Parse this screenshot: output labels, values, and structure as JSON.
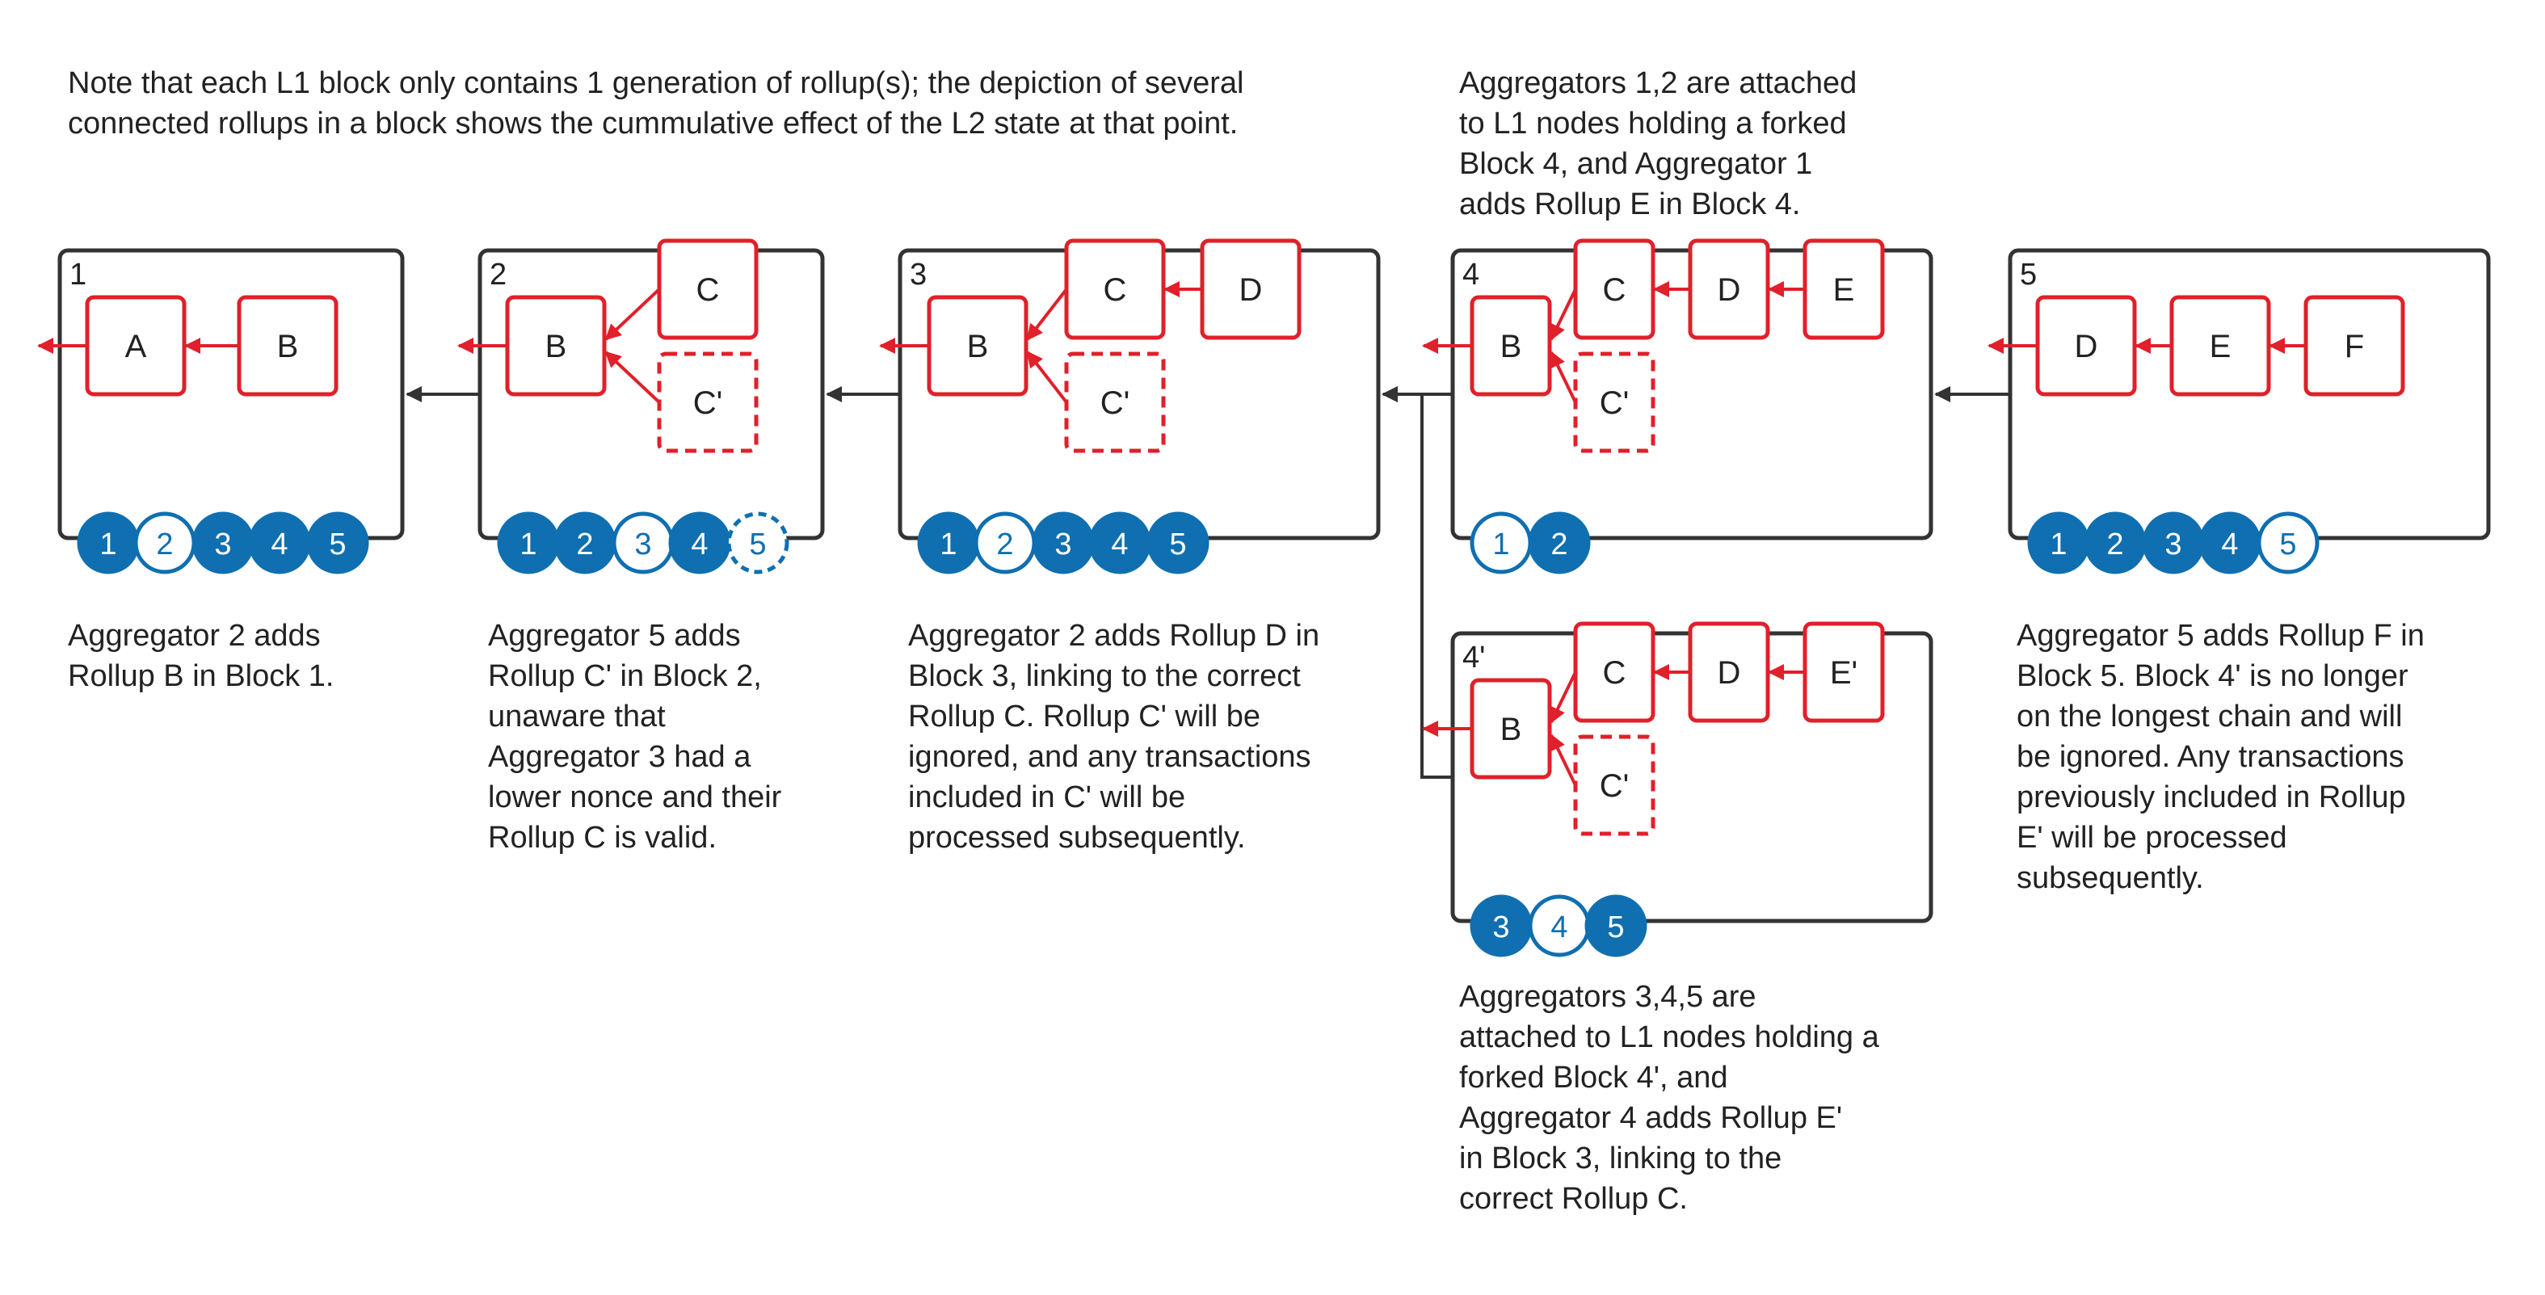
{
  "note": "Note that each L1 block only contains 1 generation of rollup(s); the depiction of several\nconnected rollups in a block shows the cummulative effect of the L2 state at that point.",
  "aggregators_1_2_caption": "Aggregators 1,2 are attached\nto L1 nodes holding a forked\nBlock 4, and Aggregator 1\nadds Rollup E in Block 4.",
  "colors": {
    "rollup": "#e0202a",
    "block_border": "#333333",
    "aggregator_fill": "#0f6fb0",
    "aggregator_outline": "#0f6fb0",
    "chain_arrow": "#333333"
  },
  "blocks": [
    {
      "label": "1",
      "rollups": [
        {
          "label": "A",
          "style": "solid"
        },
        {
          "label": "B",
          "style": "solid"
        }
      ],
      "aggregators": [
        {
          "label": "1",
          "state": "filled"
        },
        {
          "label": "2",
          "state": "outlined"
        },
        {
          "label": "3",
          "state": "filled"
        },
        {
          "label": "4",
          "state": "filled"
        },
        {
          "label": "5",
          "state": "filled"
        }
      ],
      "caption": "Aggregator 2 adds\nRollup B in Block 1."
    },
    {
      "label": "2",
      "rollups": [
        {
          "label": "B",
          "style": "solid"
        },
        {
          "label": "C",
          "style": "solid"
        },
        {
          "label": "C'",
          "style": "dashed"
        }
      ],
      "aggregators": [
        {
          "label": "1",
          "state": "filled"
        },
        {
          "label": "2",
          "state": "filled"
        },
        {
          "label": "3",
          "state": "outlined"
        },
        {
          "label": "4",
          "state": "filled"
        },
        {
          "label": "5",
          "state": "dashed"
        }
      ],
      "caption": "Aggregator 5 adds\nRollup C' in Block 2,\nunaware that\nAggregator 3 had a\nlower nonce and their\nRollup C is valid."
    },
    {
      "label": "3",
      "rollups": [
        {
          "label": "B",
          "style": "solid"
        },
        {
          "label": "C",
          "style": "solid"
        },
        {
          "label": "D",
          "style": "solid"
        },
        {
          "label": "C'",
          "style": "dashed"
        }
      ],
      "aggregators": [
        {
          "label": "1",
          "state": "filled"
        },
        {
          "label": "2",
          "state": "outlined"
        },
        {
          "label": "3",
          "state": "filled"
        },
        {
          "label": "4",
          "state": "filled"
        },
        {
          "label": "5",
          "state": "filled"
        }
      ],
      "caption": "Aggregator 2 adds Rollup D in\nBlock 3, linking to the correct\nRollup C. Rollup C' will be\nignored, and any transactions\nincluded in C' will be\nprocessed subsequently."
    },
    {
      "label": "4",
      "rollups": [
        {
          "label": "B",
          "style": "solid"
        },
        {
          "label": "C",
          "style": "solid"
        },
        {
          "label": "D",
          "style": "solid"
        },
        {
          "label": "E",
          "style": "solid"
        },
        {
          "label": "C'",
          "style": "dashed"
        }
      ],
      "aggregators": [
        {
          "label": "1",
          "state": "outlined"
        },
        {
          "label": "2",
          "state": "filled"
        }
      ]
    },
    {
      "label": "4'",
      "rollups": [
        {
          "label": "B",
          "style": "solid"
        },
        {
          "label": "C",
          "style": "solid"
        },
        {
          "label": "D",
          "style": "solid"
        },
        {
          "label": "E'",
          "style": "solid"
        },
        {
          "label": "C'",
          "style": "dashed"
        }
      ],
      "aggregators": [
        {
          "label": "3",
          "state": "filled"
        },
        {
          "label": "4",
          "state": "outlined"
        },
        {
          "label": "5",
          "state": "filled"
        }
      ],
      "caption": "Aggregators 3,4,5 are\nattached to L1 nodes holding a\nforked Block 4', and\nAggregator 4  adds Rollup E'\nin Block 3, linking to the\ncorrect Rollup C."
    },
    {
      "label": "5",
      "rollups": [
        {
          "label": "D",
          "style": "solid"
        },
        {
          "label": "E",
          "style": "solid"
        },
        {
          "label": "F",
          "style": "solid"
        }
      ],
      "aggregators": [
        {
          "label": "1",
          "state": "filled"
        },
        {
          "label": "2",
          "state": "filled"
        },
        {
          "label": "3",
          "state": "filled"
        },
        {
          "label": "4",
          "state": "filled"
        },
        {
          "label": "5",
          "state": "outlined"
        }
      ],
      "caption": "Aggregator 5 adds Rollup F in\nBlock 5. Block 4' is no longer\non the longest chain and will\nbe ignored. Any transactions\npreviously included in Rollup\nE' will be processed\nsubsequently."
    }
  ]
}
